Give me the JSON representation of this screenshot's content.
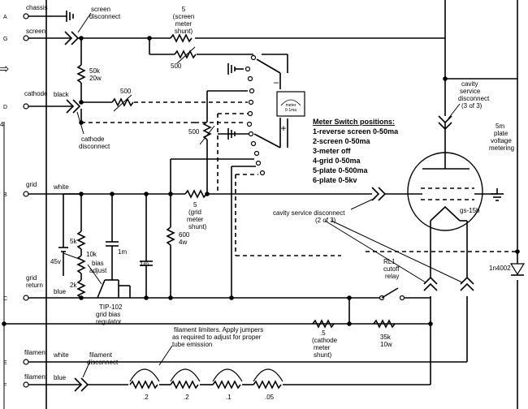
{
  "terminals": [
    {
      "id": "chassis",
      "label": "chassis",
      "pin": "A"
    },
    {
      "id": "screen",
      "label": "screen",
      "pin": "G"
    },
    {
      "id": "cathode",
      "label": "cathode",
      "pin": "D"
    },
    {
      "id": "grid",
      "label": "grid",
      "pin": "B"
    },
    {
      "id": "grid-return",
      "label": "grid\nreturn",
      "pin": "C"
    },
    {
      "id": "filament-e",
      "label": "filament",
      "pin": "E"
    },
    {
      "id": "filament-f",
      "label": "filament",
      "pin": "F"
    }
  ],
  "wires": {
    "black": "black",
    "white": "white",
    "blue": "blue",
    "white2": "white",
    "blue2": "blue"
  },
  "labels": {
    "screen_disconnect": "screen\ndisconnect",
    "cathode_disconnect": "cathode\ndisconnect",
    "filament_disconnect": "filament\ndisconnect",
    "cavity_service_3": "cavity\nservice\ndisconnect\n(3 of 3)",
    "cavity_service_2": "cavity service disconnect\n(2 of 3)",
    "tube": "gs-15b",
    "relay": "RL1\ncutoff\nrelay",
    "transistor": "TIP-102\ngrid bias\nregulator",
    "diode": "1n4002",
    "bias_adjust": "bias\nadjust",
    "meter_face": "meter\n0-1ma",
    "meter_minus": "−",
    "meter_plus": "+",
    "plate_metering": "5m\nplate\nvoltage\nmetering",
    "filament_limiters": "filament limiters. Apply jumpers\nas required to adjust for proper\ntube emission",
    "ground_left_arrow": "⇨",
    "edge_mark": "4"
  },
  "components": {
    "r_screen_shunt": "5\n(screen\nmeter\nshunt)",
    "r_screen_pot": "500",
    "r_50k": "50k\n20w",
    "r_cathode_pot": "500",
    "r_grid_pot": "500",
    "r_grid_shunt": "5\n(grid\nmeter\nshunt)",
    "r_600": "600\n4w",
    "v_45": "45v",
    "r_5k": "5k",
    "r_10k": "10k",
    "r_2k": "2k",
    "c_1m_a": "1m",
    "c_1m_b": "1m",
    "r_cathode_shunt": ".5\n(cathode\nmeter\nshunt)",
    "r_35k": "35k\n10w",
    "fil_r1": ".2",
    "fil_r2": ".2",
    "fil_r3": ".1",
    "fil_r4": ".05"
  },
  "meter_switch": {
    "title": "Meter Switch positions:",
    "positions": [
      "1-reverse screen 0-50ma",
      "2-screen 0-50ma",
      "3-meter off",
      "4-grid 0-50ma",
      "5-plate 0-500ma",
      "6-plate 0-5kv"
    ]
  }
}
